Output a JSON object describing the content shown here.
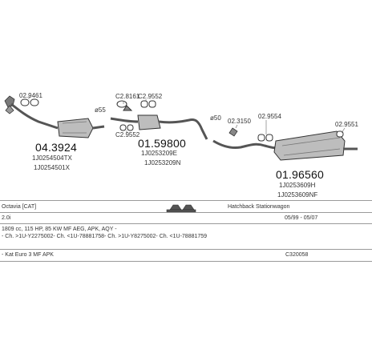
{
  "callouts": {
    "c1": "02.9461",
    "c2": "ø55",
    "c3": "C2.8161",
    "c4": "C2.9552",
    "c5": "C2.9552",
    "c6": "ø50",
    "c7": "02.3150",
    "c8": "02.9554",
    "c9": "02.9551"
  },
  "parts": {
    "p1": {
      "number": "04.3924",
      "refs": [
        "1J0254504TX",
        "1J0254501X"
      ]
    },
    "p2": {
      "number": "01.59800",
      "refs": [
        "1J0253209E",
        "1J0253209N"
      ]
    },
    "p3": {
      "number": "01.96560",
      "refs": [
        "1J0253609H",
        "1J0253609NF"
      ]
    }
  },
  "vehicle": {
    "model": "Octavia   [CAT]",
    "body": "Hatchback Stationwagon",
    "engine": "2.0i",
    "years": "05/99 - 05/07",
    "spec": "1809 cc, 115 HP, 85 KW MF AEG, APK, AQY -",
    "chassis": "- Ch. >1U-Y2275002- Ch. <1U-78881758- Ch. >1U-Y8275002- Ch. <1U-78881759",
    "kit": "- Kat Euro 3 MF APK",
    "kit_code": "C320058"
  },
  "icons": [
    "exhaust-mount-icon",
    "clamp-icon",
    "exhaust-rubber-icon",
    "vehicle-body-icon"
  ],
  "colors": {
    "line": "#9a9a9a",
    "pipe": "#555555",
    "part_fill": "#bdbdbd",
    "text": "#222222"
  }
}
